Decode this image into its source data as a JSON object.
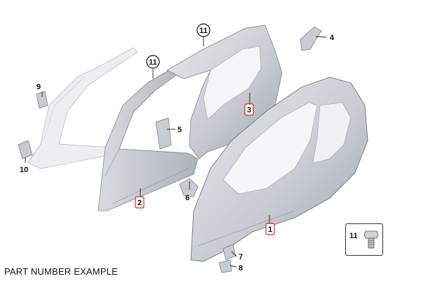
{
  "caption": "PART NUMBER EXAMPLE",
  "legend": {
    "number": "11",
    "icon": "bolt-icon"
  },
  "callouts": {
    "c1": "1",
    "c2": "2",
    "c3": "3",
    "c4": "4",
    "c5": "5",
    "c6": "6",
    "c7": "7",
    "c8": "8",
    "c9": "9",
    "c10": "10",
    "c11a": "11",
    "c11b": "11"
  },
  "colors": {
    "panel_fill": "#d9dce1",
    "panel_shadow": "#a9aeb6",
    "ghost_panel": "#eceef1",
    "highlight_box": "#dd2222"
  }
}
